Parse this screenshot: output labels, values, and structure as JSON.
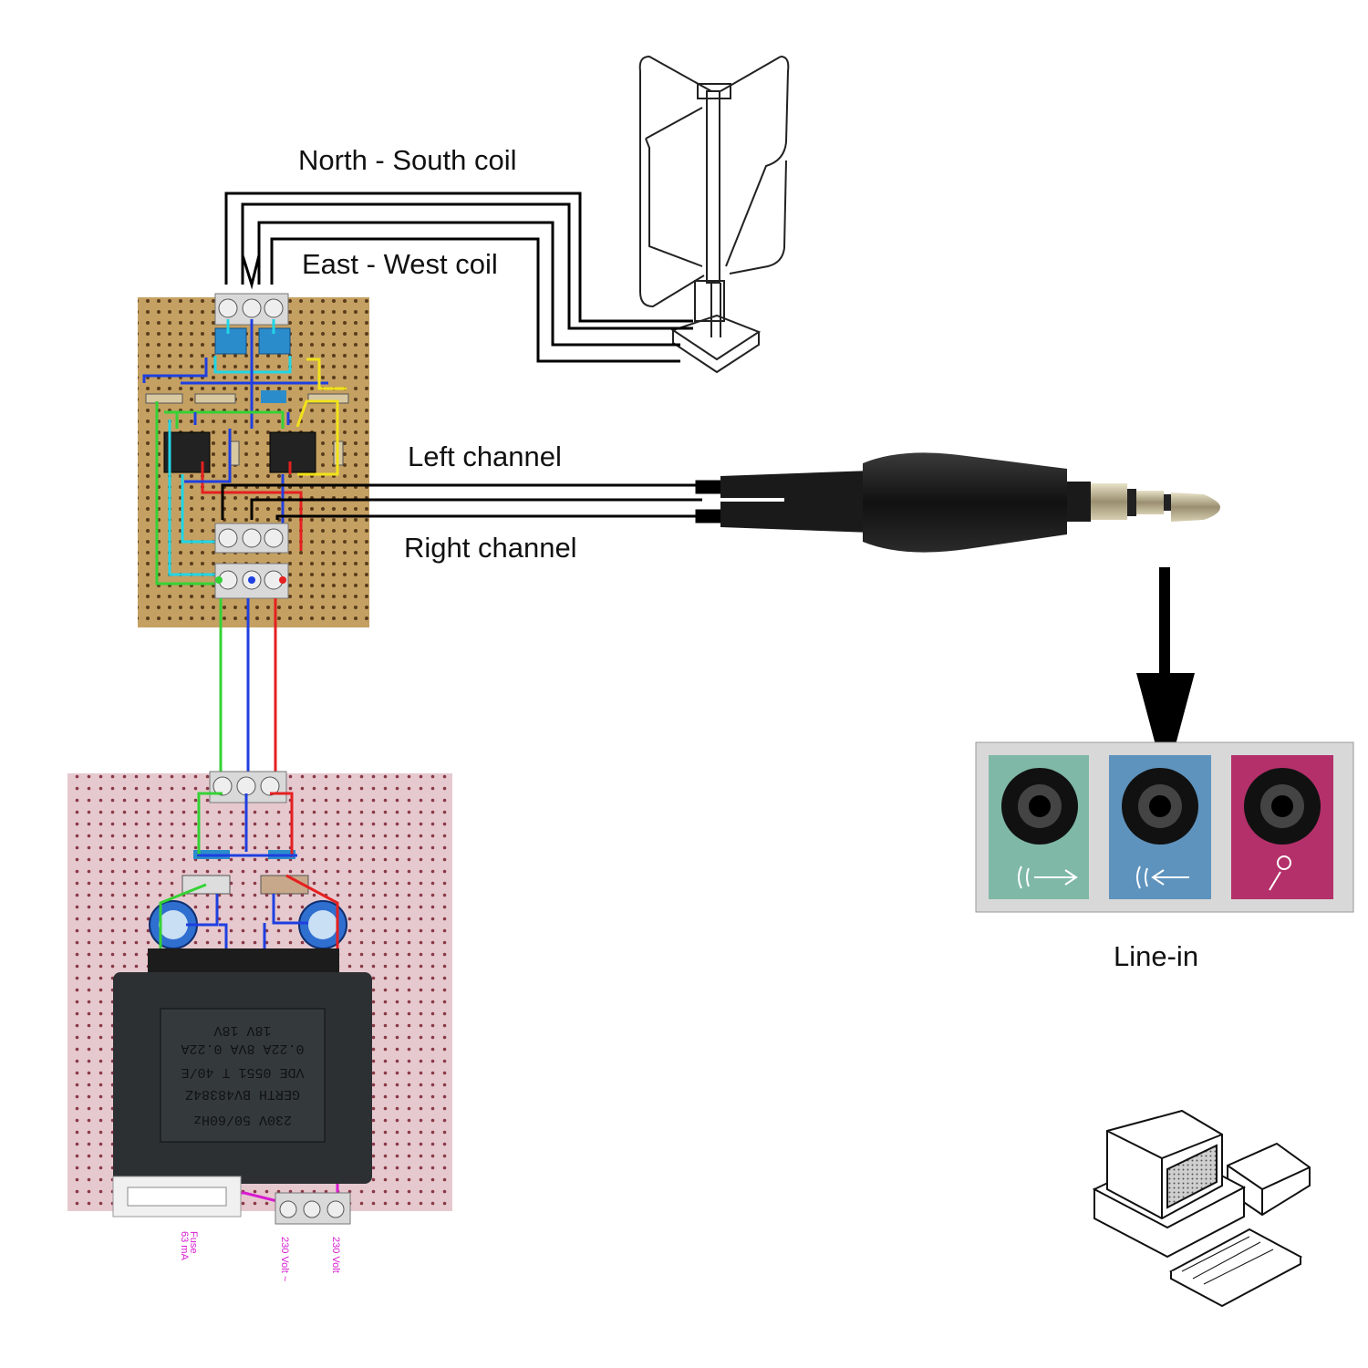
{
  "labels": {
    "north_south_coil": "North - South coil",
    "east_west_coil": "East - West coil",
    "left_channel": "Left channel",
    "right_channel": "Right channel",
    "line_in": "Line-in"
  },
  "transformer": {
    "line1": "230V 50/60Hz",
    "line2": "GERTH BV48384Z",
    "line3": "VDE 0551  T 40/E",
    "line4": "0.22A   8VA   0.22A",
    "line5": "18V           18V"
  },
  "power_terminals": {
    "fuse": "Fuse",
    "fuse_rating": "63 mA",
    "mains_1": "230 Volt ~",
    "mains_2": "230 Volt"
  },
  "colors": {
    "board_top": "#c29a5a",
    "board_bottom": "#d9b6bd",
    "wire_green": "#35d235",
    "wire_blue": "#1f3fe0",
    "wire_red": "#e52020",
    "wire_yellow": "#f2e21a",
    "wire_cyan": "#21d6e6",
    "wire_magenta": "#d81bd0",
    "jack_green": "#7fb8a6",
    "jack_blue": "#5e93bd",
    "jack_pink": "#b4306a"
  },
  "icons": [
    "antenna-icon",
    "audio-plug-icon",
    "audio-jacks-icon",
    "computer-icon",
    "arrow-down-icon"
  ]
}
